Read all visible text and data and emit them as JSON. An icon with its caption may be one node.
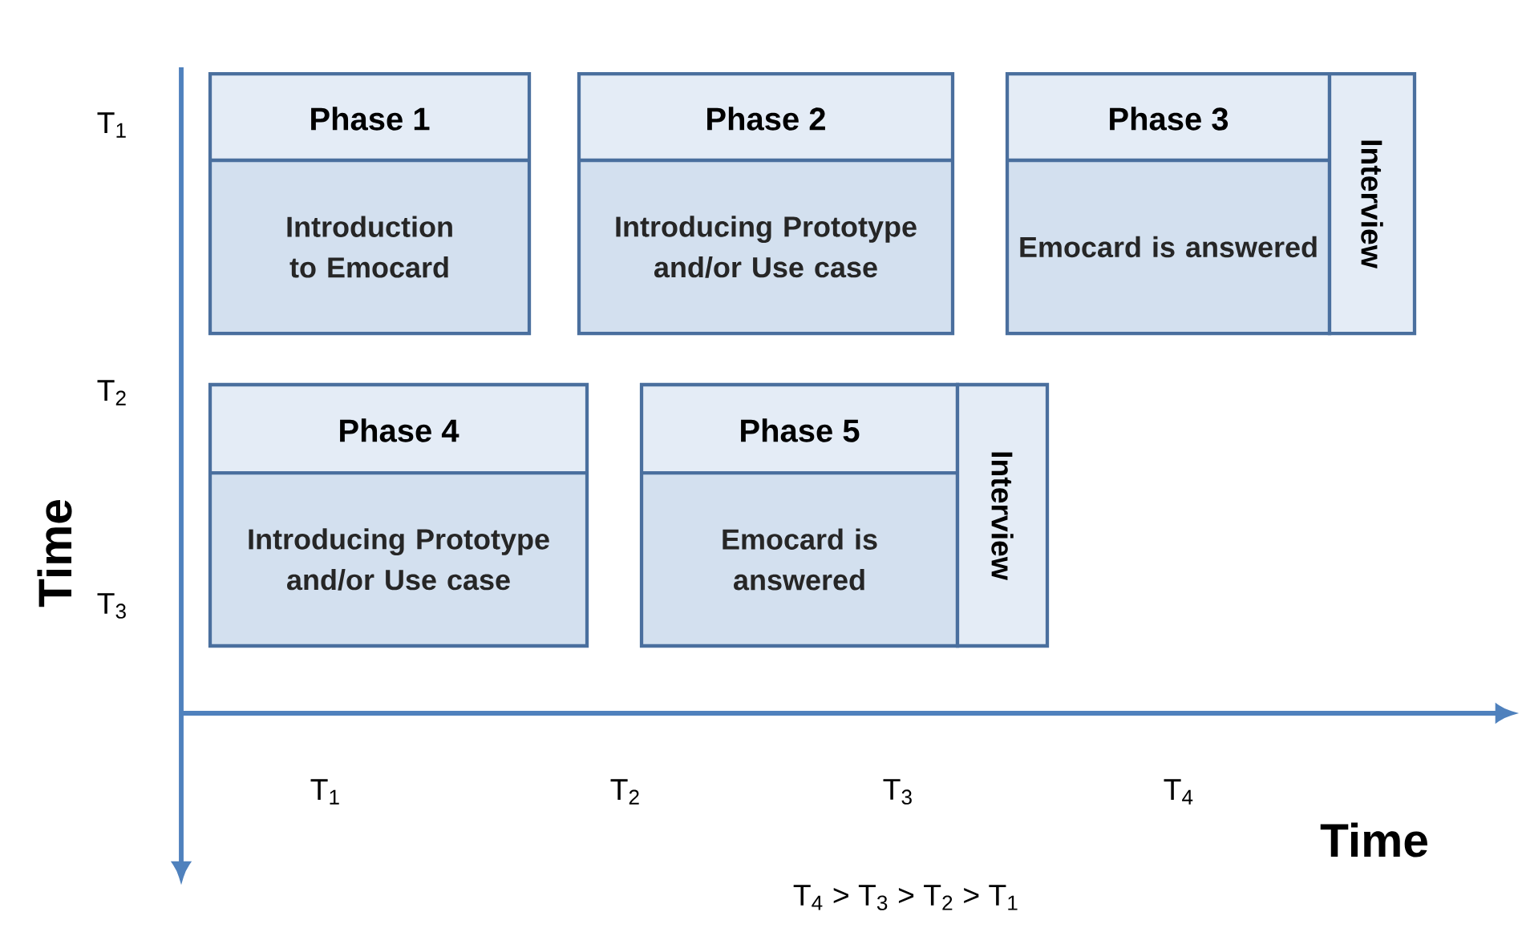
{
  "diagram": {
    "nodes": [
      {
        "text": [
          "Phase 1",
          "Introduction to Emocard"
        ]
      },
      {
        "text": [
          "Phase 2",
          "Introducing Prototype  and/or Use case"
        ]
      },
      {
        "text": [
          "Phase 3",
          "Emocard is answered"
        ]
      },
      {
        "text": [
          "Interview"
        ]
      },
      {
        "text": [
          "Phase 4",
          "Introducing Prototype  and/or Use case"
        ]
      },
      {
        "text": [
          "Phase 5",
          "Emocard is answered"
        ]
      },
      {
        "text": [
          "Interview"
        ]
      }
    ],
    "edges": [],
    "labels": [
      "T$_{1}$",
      "T$_{2}$",
      "T$_{3}$",
      "Time",
      "T$_{1}$",
      "T$_{2}$",
      "T$_{3}$",
      "T$_{4}$",
      "Time",
      "T$_{4}$ > T$_{3}$ > T$_{2}$ > T$_{1}$"
    ]
  }
}
